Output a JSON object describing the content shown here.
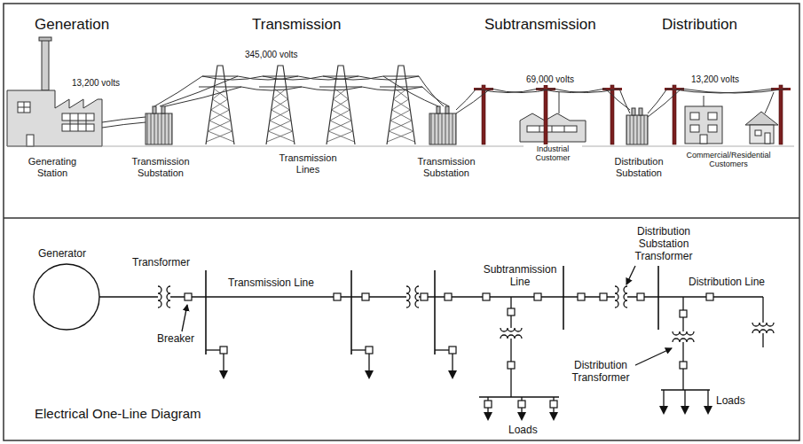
{
  "diagram": {
    "labels": [
      "Generation",
      "Transmission",
      "Subtransmission",
      "Distribution",
      "13,200 volts",
      "345,000 volts",
      "69,000 volts",
      "13,200 volts",
      "Generating Station",
      "Transmission Substation",
      "Transmission Lines",
      "Transmission Substation",
      "Industrial Customer",
      "Distribution Substation",
      "Commercial/Residential Customers",
      "Generator",
      "Transformer",
      "Transmission Line",
      "Breaker",
      "Subtranmission Line",
      "Distribution Substation Transformer",
      "Distribution Line",
      "Distribution Transformer",
      "Loads",
      "Loads",
      "Electrical One-Line Diagram"
    ]
  }
}
